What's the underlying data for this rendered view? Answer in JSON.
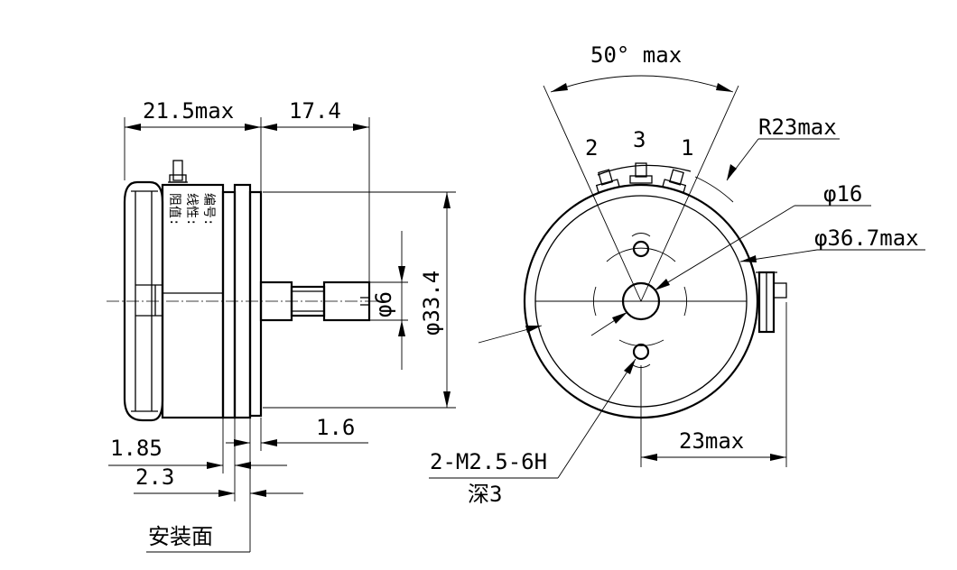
{
  "dimensions": {
    "body_length": "21.5max",
    "shaft_length": "17.4",
    "shaft_dia": "φ6",
    "housing_dia": "φ33.4",
    "flange_1_6": "1.6",
    "dim_1_85": "1.85",
    "dim_2_3": "2.3",
    "mount_face": "安装面",
    "angle": "50° max",
    "radius": "R23max",
    "hub_dia": "φ16",
    "body_dia": "φ36.7max",
    "terminal_offset": "23max",
    "holes": "2-M2.5-6H",
    "holes_depth": "深3"
  },
  "terminals": {
    "t2": "2",
    "t3": "3",
    "t1": "1"
  },
  "label_plate": {
    "line1": "阻值:",
    "line2": "线性:",
    "line3": "编号:"
  }
}
